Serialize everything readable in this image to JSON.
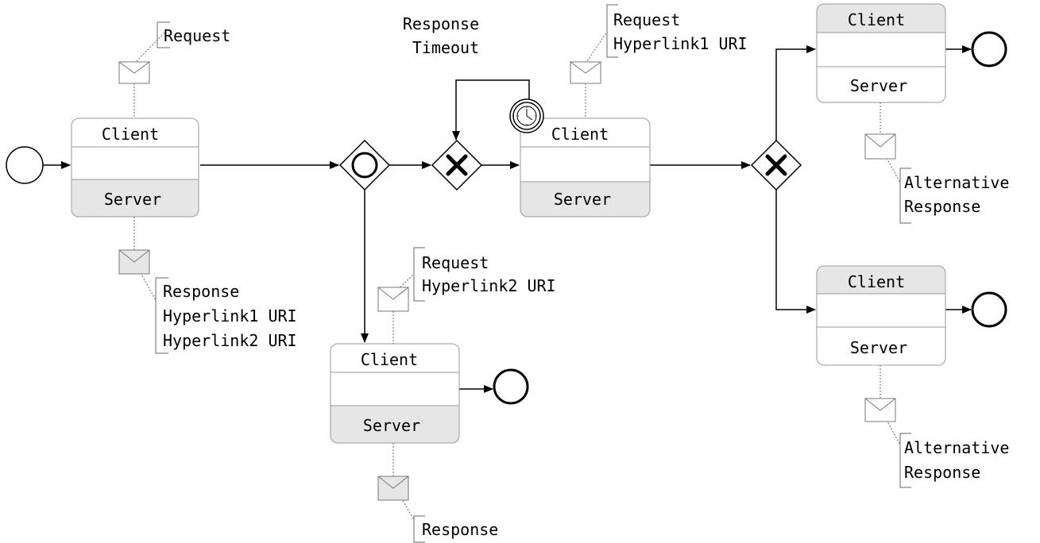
{
  "choreography_tasks": [
    {
      "id": "t1",
      "top": "Client",
      "bottom": "Server",
      "shaded": "bottom"
    },
    {
      "id": "t2",
      "top": "Client",
      "bottom": "Server",
      "shaded": "bottom"
    },
    {
      "id": "t3",
      "top": "Client",
      "bottom": "Server",
      "shaded": "bottom"
    },
    {
      "id": "t4",
      "top": "Client",
      "bottom": "Server",
      "shaded": "top"
    },
    {
      "id": "t5",
      "top": "Client",
      "bottom": "Server",
      "shaded": "top"
    }
  ],
  "messages": {
    "m1": [
      "Request"
    ],
    "m2": [
      "Response",
      "Hyperlink1 URI",
      "Hyperlink2 URI"
    ],
    "m3": [
      "Request",
      "Hyperlink1 URI"
    ],
    "m4": [
      "Request",
      "Hyperlink2 URI"
    ],
    "m5": [
      "Response"
    ],
    "m6": [
      "Alternative",
      "Response"
    ],
    "m7": [
      "Alternative",
      "Response"
    ]
  },
  "timer_label": [
    "Response",
    "Timeout"
  ],
  "colors": {
    "stroke": "#000000",
    "shade": "#e6e6e6",
    "task_border": "#999999",
    "annotation_line": "#666666"
  }
}
